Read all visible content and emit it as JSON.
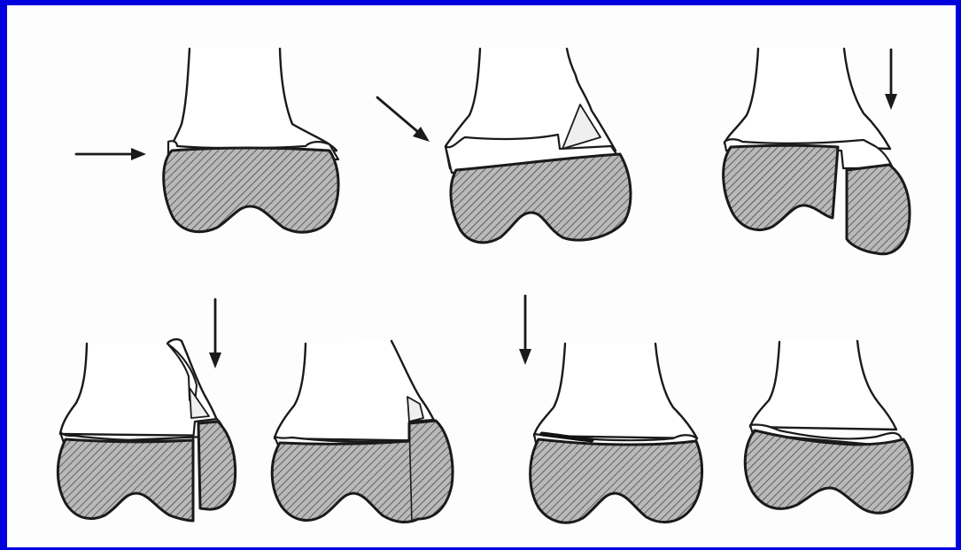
{
  "colors": {
    "border": "#0000dd",
    "background": "#fdfdfd",
    "ink": "#1a1a1a",
    "epiphysis_fill": "#b9b9b9",
    "hatch_line": "#3a3a3a"
  },
  "panels": [
    {
      "id": "1",
      "arrow": "horizontal-right"
    },
    {
      "id": "2",
      "arrow": "diagonal-down-right"
    },
    {
      "id": "3",
      "arrow": "vertical-down"
    },
    {
      "id": "4",
      "arrow": "vertical-down"
    },
    {
      "id": "5",
      "arrow": "none"
    },
    {
      "id": "6",
      "arrow": "vertical-down"
    },
    {
      "id": "7",
      "arrow": "none"
    }
  ]
}
